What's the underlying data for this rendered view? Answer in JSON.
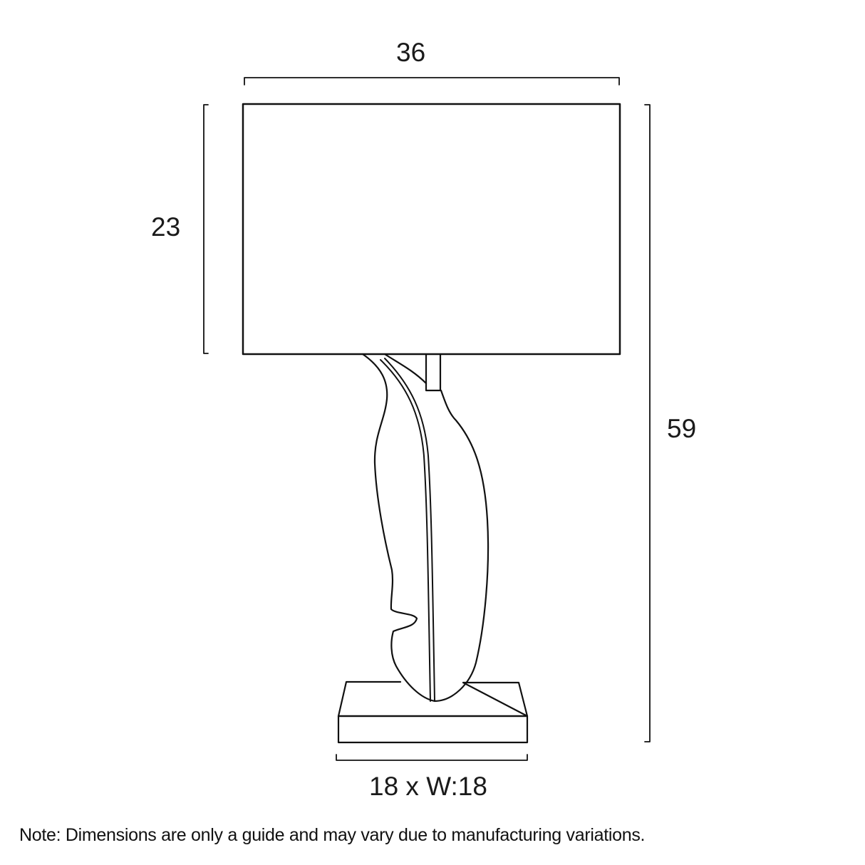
{
  "diagram": {
    "type": "product-dimension-drawing",
    "subject": "table lamp with leaf-shaped base",
    "stroke_color": "#111111",
    "background_color": "#ffffff",
    "dimensions": {
      "shade_width": "36",
      "shade_height": "23",
      "total_height": "59",
      "base_size": "18 x W:18"
    },
    "note": "Note: Dimensions are only a guide and may vary due to manufacturing variations."
  }
}
